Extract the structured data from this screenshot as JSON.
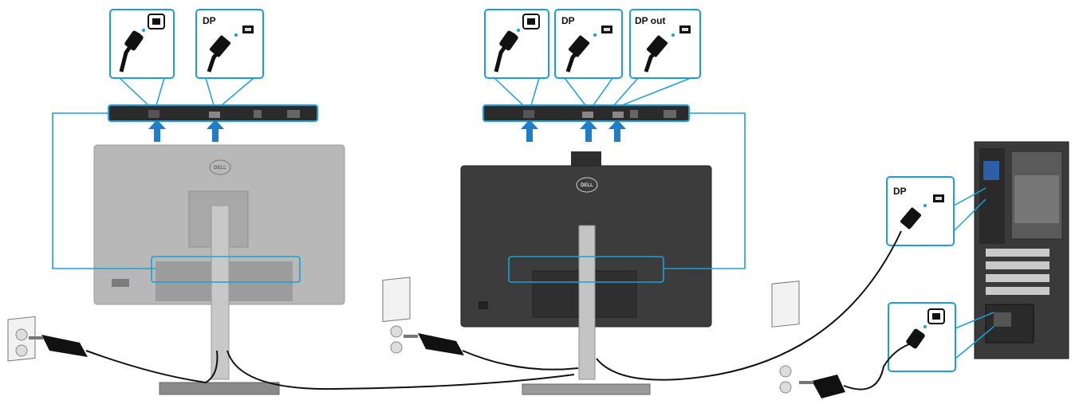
{
  "labels": {
    "dp_monitor1": "DP",
    "dp_monitor2": "DP",
    "dp_out_monitor2": "DP out",
    "dp_computer": "DP"
  },
  "brand": {
    "logo_text": "DELL"
  },
  "icons": {
    "power": "power-connector-icon",
    "displayport": "displayport-connector-icon",
    "power_plug": "power-plug-icon",
    "wall_outlet": "wall-outlet-icon"
  },
  "colors": {
    "callout_blue": "#1aa0d8",
    "arrow_blue": "#1e7fc8",
    "monitor_silver": "#b4b4b4",
    "monitor_dark": "#3a3a3a",
    "cable": "#111111"
  }
}
